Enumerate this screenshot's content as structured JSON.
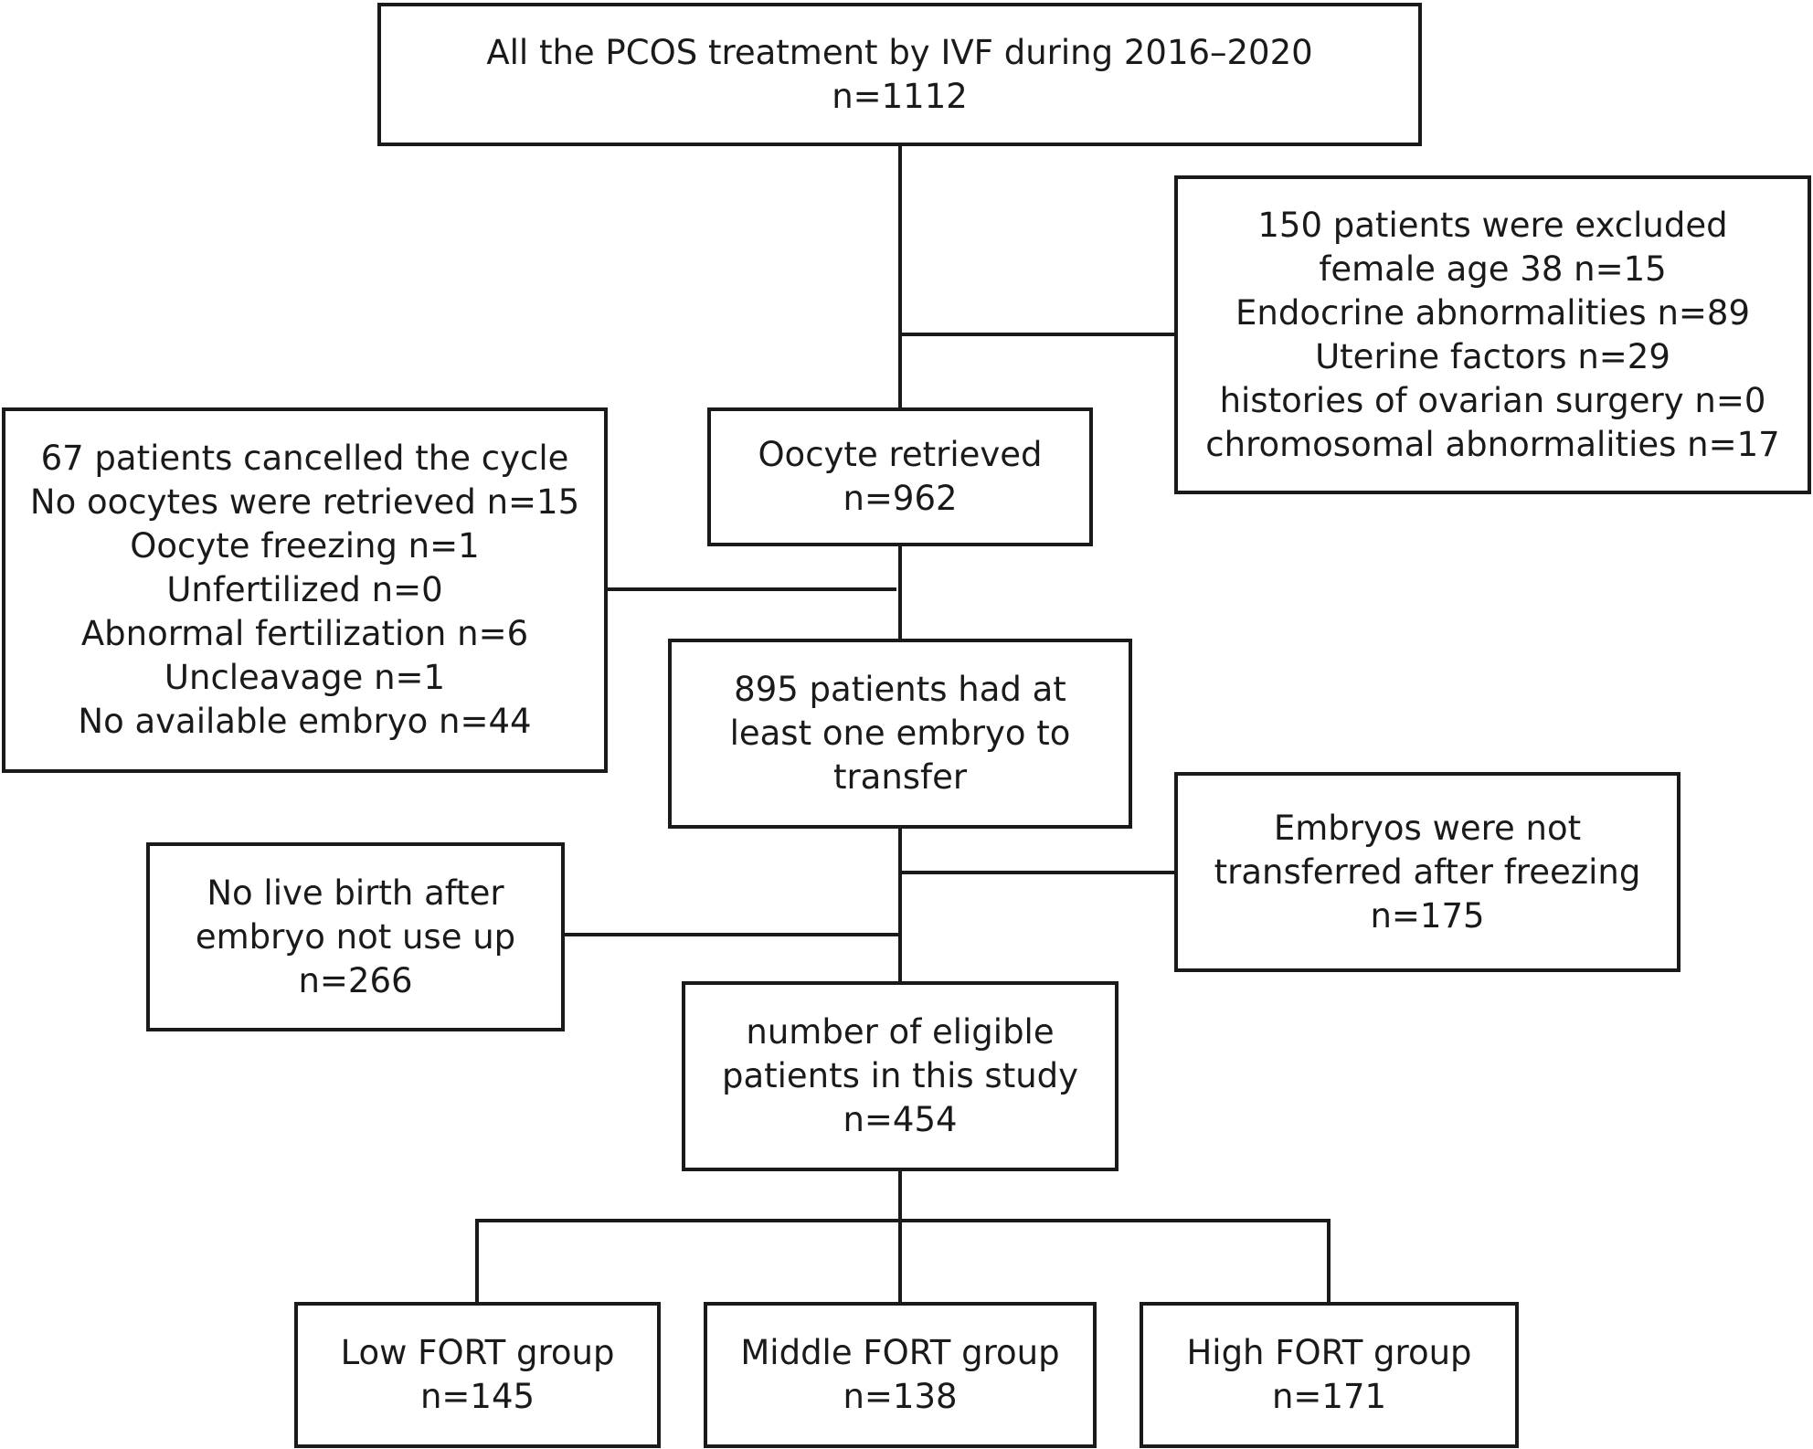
{
  "colors": {
    "stroke": "#1a1a1a",
    "text": "#1a1a1a",
    "background": "#ffffff"
  },
  "nodes": {
    "all_pcos": {
      "lines": [
        "All the PCOS treatment by IVF during 2016–2020",
        "n=1112"
      ]
    },
    "excluded": {
      "lines": [
        "150 patients were excluded",
        "female age 38 n=15",
        "Endocrine abnormalities n=89",
        "Uterine factors n=29",
        "histories of ovarian surgery n=0",
        "chromosomal abnormalities n=17"
      ]
    },
    "oocyte_retrieved": {
      "lines": [
        "Oocyte retrieved",
        "n=962"
      ]
    },
    "cancelled": {
      "lines": [
        "67 patients cancelled the cycle",
        "No oocytes were retrieved n=15",
        "Oocyte freezing n=1",
        "Unfertilized n=0",
        "Abnormal fertilization n=6",
        "Uncleavage n=1",
        "No available embryo n=44"
      ]
    },
    "embryo_transfer": {
      "lines": [
        "895 patients had at",
        "least one embryo to",
        "transfer"
      ]
    },
    "not_transferred": {
      "lines": [
        "Embryos were not",
        "transferred after freezing",
        "n=175"
      ]
    },
    "no_live_birth": {
      "lines": [
        "No live birth after",
        "embryo not use up",
        "n=266"
      ]
    },
    "eligible": {
      "lines": [
        "number of eligible",
        "patients in this study",
        "n=454"
      ]
    },
    "low_fort": {
      "lines": [
        "Low FORT group",
        "n=145"
      ]
    },
    "middle_fort": {
      "lines": [
        "Middle FORT group",
        "n=138"
      ]
    },
    "high_fort": {
      "lines": [
        "High FORT group",
        "n=171"
      ]
    }
  }
}
